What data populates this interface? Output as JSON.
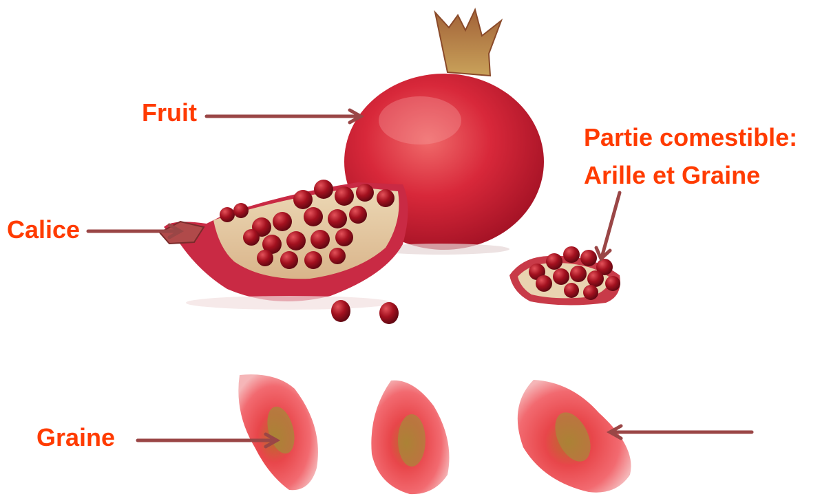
{
  "labels": {
    "fruit": "Fruit",
    "calice": "Calice",
    "partie_comestible": "Partie comestible: Arille et Graine",
    "graine": "Graine"
  },
  "colors": {
    "label_text": "#ff3b00",
    "arrow": "#9a4646",
    "background": "#ffffff",
    "fruit_skin": "#d8283a",
    "aril": "#a3111f",
    "pith": "#efe0bd"
  }
}
